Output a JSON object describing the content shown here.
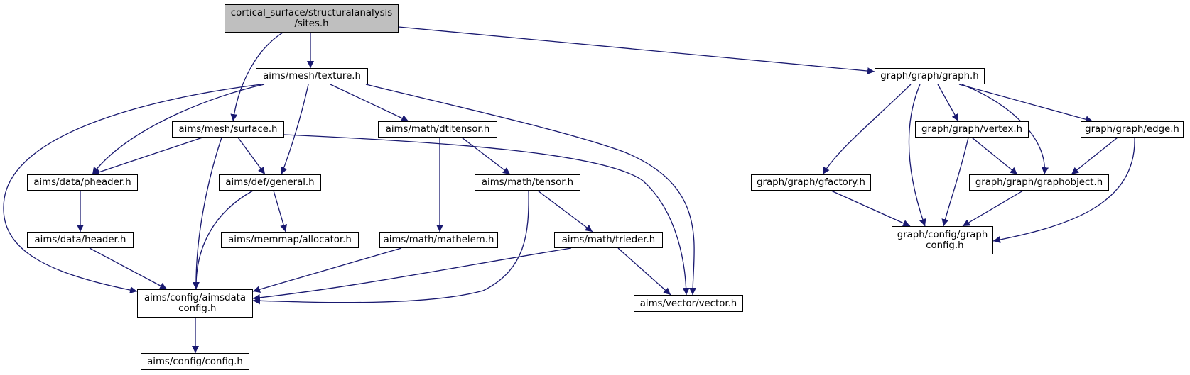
{
  "colors": {
    "edge": "#191970",
    "root_fill": "#bfbfbf",
    "node_fill": "#ffffff",
    "border": "#000000"
  },
  "nodes": {
    "sites": "cortical_surface/structuralanalysis\n/sites.h",
    "texture": "aims/mesh/texture.h",
    "graph": "graph/graph/graph.h",
    "surface": "aims/mesh/surface.h",
    "dtitensor": "aims/math/dtitensor.h",
    "vertex": "graph/graph/vertex.h",
    "edge": "graph/graph/edge.h",
    "pheader": "aims/data/pheader.h",
    "general": "aims/def/general.h",
    "tensor": "aims/math/tensor.h",
    "gfactory": "graph/graph/gfactory.h",
    "graphobject": "graph/graph/graphobject.h",
    "header": "aims/data/header.h",
    "allocator": "aims/memmap/allocator.h",
    "mathelem": "aims/math/mathelem.h",
    "trieder": "aims/math/trieder.h",
    "graph_config": "graph/config/graph\n_config.h",
    "aimsdata_config": "aims/config/aimsdata\n_config.h",
    "vector": "aims/vector/vector.h",
    "config": "aims/config/config.h"
  }
}
